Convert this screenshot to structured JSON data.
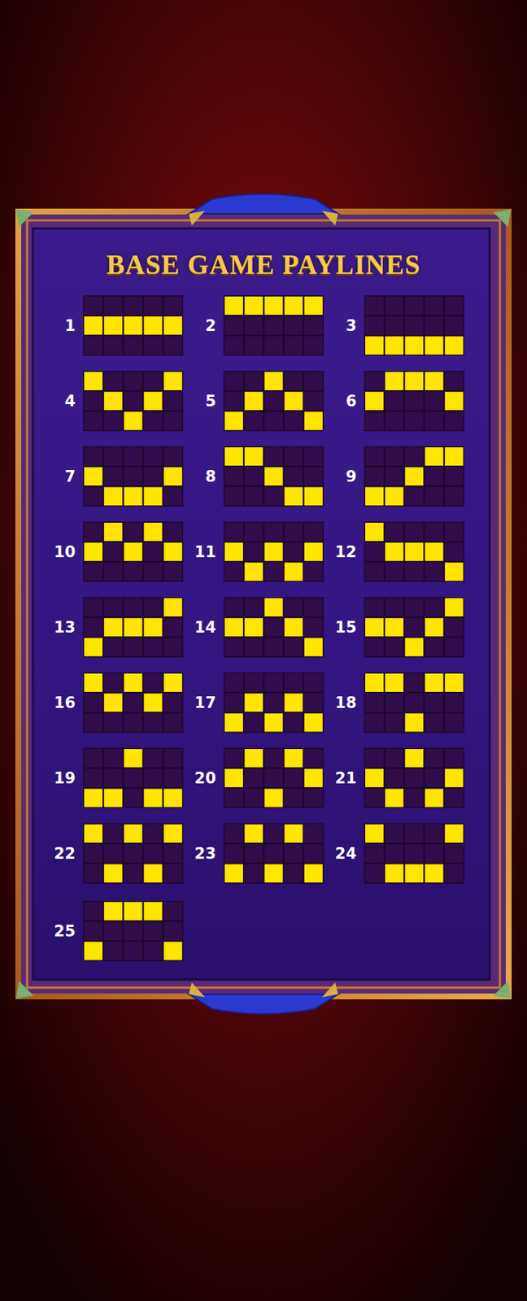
{
  "diagram": {
    "title": "BASE GAME PAYLINES",
    "labels": [
      "1",
      "2",
      "3",
      "4",
      "5",
      "6",
      "7",
      "8",
      "9",
      "10",
      "11",
      "12",
      "13",
      "14",
      "15",
      "16",
      "17",
      "18",
      "19",
      "20",
      "21",
      "22",
      "23",
      "24",
      "25"
    ]
  }
}
